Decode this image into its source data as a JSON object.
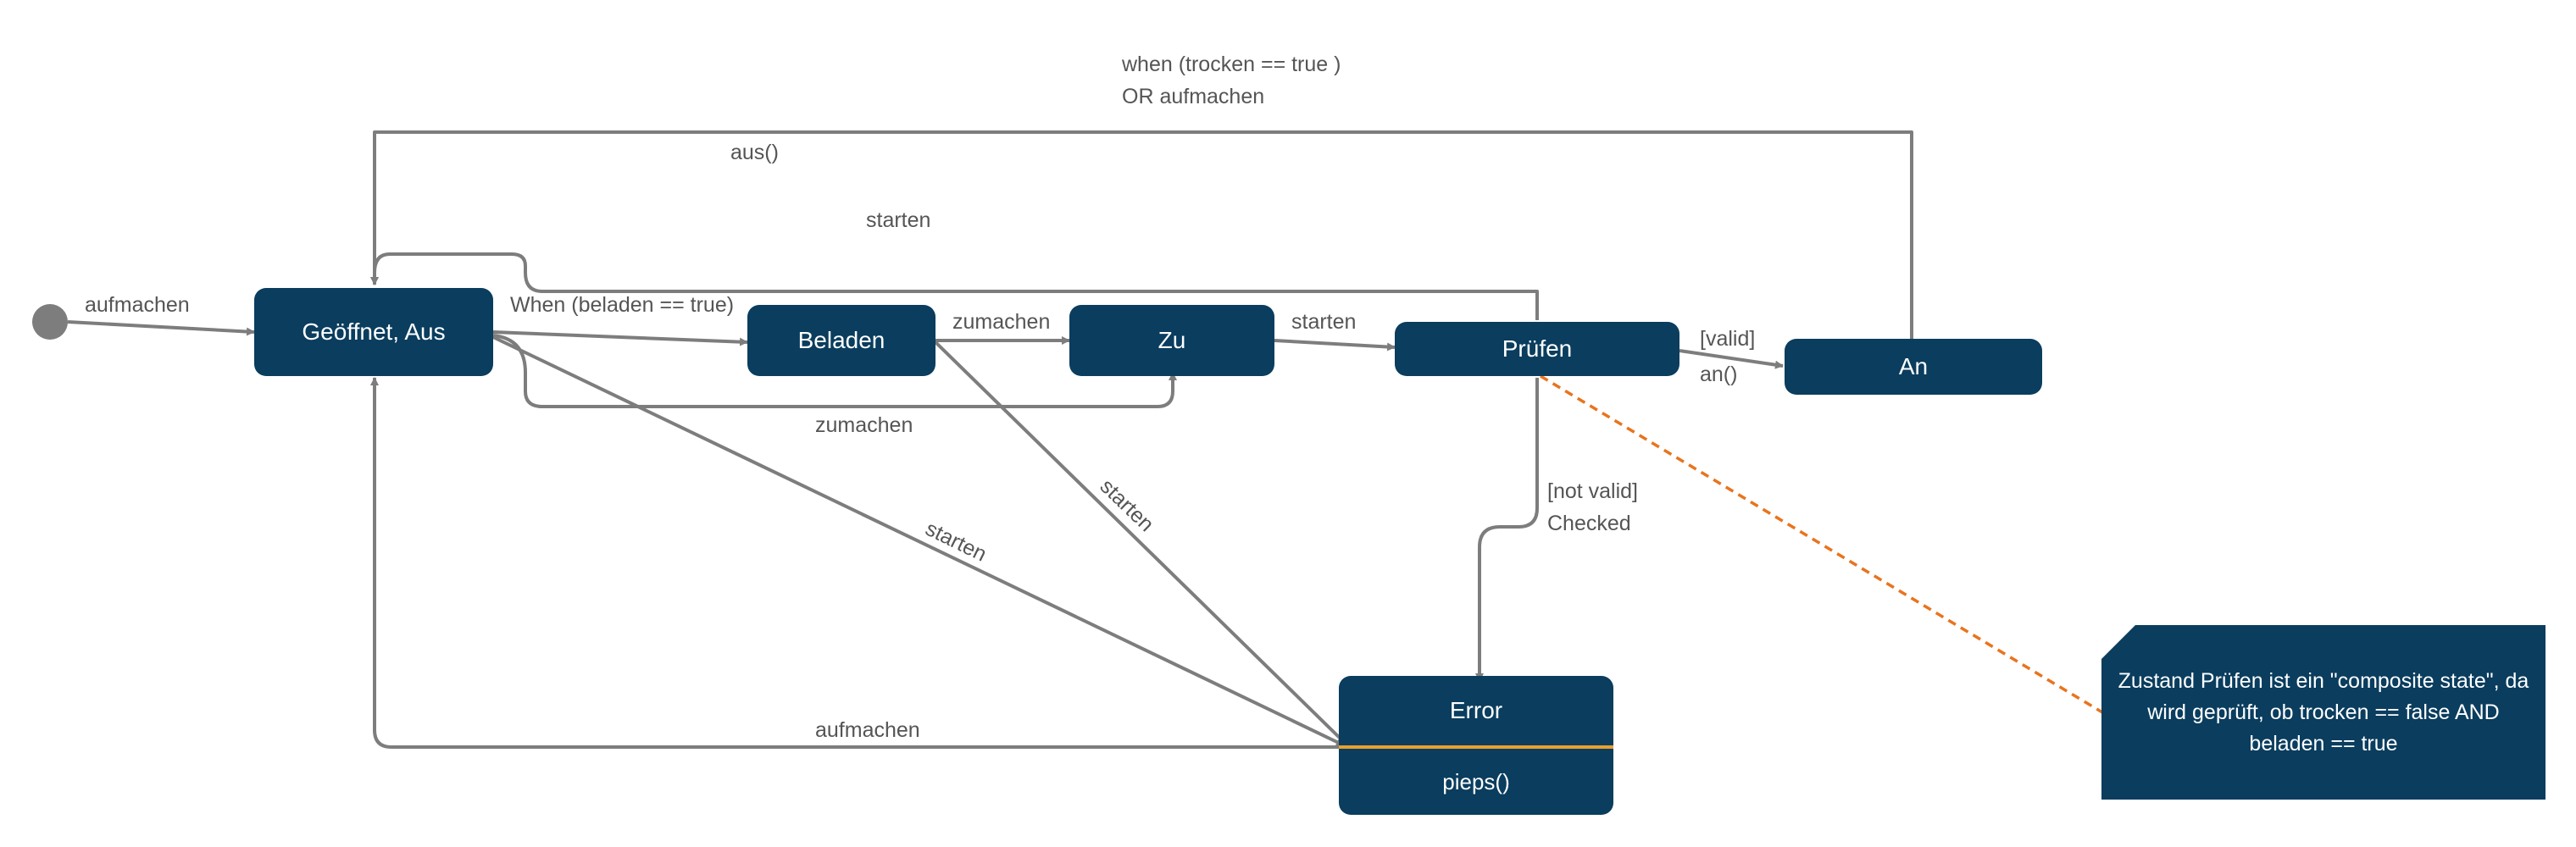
{
  "states": {
    "geoeffnet_aus": "Geöffnet, Aus",
    "beladen": "Beladen",
    "zu": "Zu",
    "pruefen": "Prüfen",
    "an": "An",
    "error": "Error",
    "error_action": "pieps()"
  },
  "transitions": {
    "initial_aufmachen": "aufmachen",
    "when_beladen": "When (beladen == true)",
    "beladen_zumachen": "zumachen",
    "zu_starten": "starten",
    "pruefen_valid": "[valid]",
    "pruefen_an": "an()",
    "top_when_line1": "when (trocken == true )",
    "top_when_line2": "OR  aufmachen",
    "aus": "aus()",
    "loop_starten": "starten",
    "bottom_zumachen": "zumachen",
    "diag_starten_1": "starten",
    "diag_starten_2": "starten",
    "not_valid": "[not valid]",
    "checked": "Checked",
    "error_aufmachen": "aufmachen"
  },
  "note": {
    "text": "Zustand Prüfen ist ein \"composite state\", da wird geprüft, ob trocken == false AND beladen == true"
  },
  "colors": {
    "state_fill": "#0a3d5e",
    "arrow": "#7d7d7d",
    "note_link": "#e8741e",
    "divider": "#e8a030"
  }
}
